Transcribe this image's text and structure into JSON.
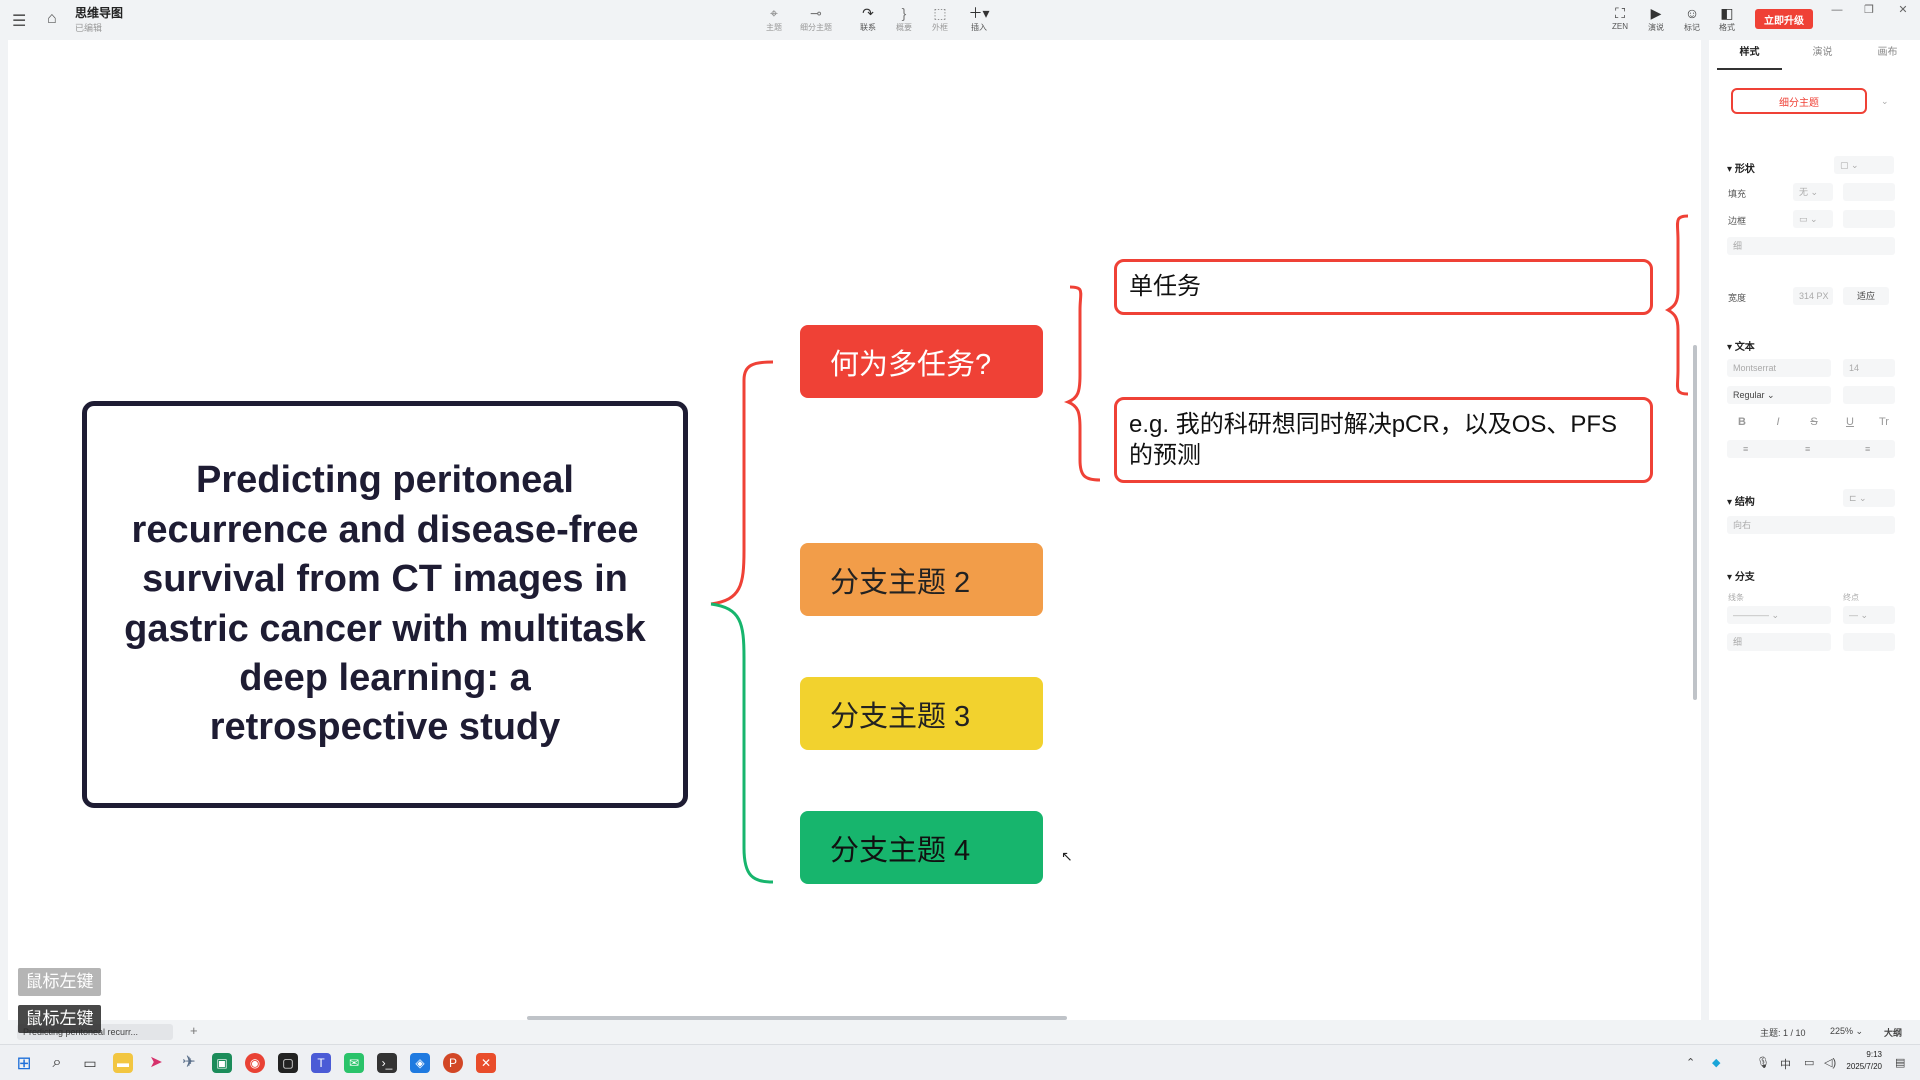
{
  "app": {
    "title": "思维导图",
    "status": "已编辑",
    "upgrade_label": "立即升级"
  },
  "toolbar": {
    "topic": "主题",
    "subtopic": "细分主题",
    "relation": "联系",
    "summary": "概要",
    "boundary": "外框",
    "insert": "插入"
  },
  "right_tools": {
    "zen": "ZEN",
    "present": "演说",
    "mark": "标记",
    "format": "格式"
  },
  "mindmap": {
    "central": "Predicting peritoneal recurrence and disease-free survival from CT images in gastric cancer with multitask deep learning: a retrospective study",
    "branches": [
      "何为多任务?",
      "分支主题 2",
      "分支主题 3",
      "分支主题 4"
    ],
    "subtopics": [
      "单任务",
      "e.g. 我的科研想同时解决pCR，以及OS、PFS的预测"
    ],
    "colors": {
      "central_border": "#1e1c33",
      "branch1": "#ef4136",
      "branch2": "#f29d49",
      "branch3": "#f2d22e",
      "branch4": "#17b56d"
    }
  },
  "panel": {
    "tabs": [
      "样式",
      "演说",
      "画布"
    ],
    "style_button": "细分主题",
    "shape_section": "形状",
    "fill_label": "填充",
    "fill_value": "无",
    "border_label": "边框",
    "border_weight": "细",
    "width_label": "宽度",
    "width_value": "314",
    "width_unit": "PX",
    "width_reset": "适应",
    "text_section": "文本",
    "font_family": "Montserrat",
    "font_size": "14",
    "font_weight": "Regular",
    "bold": "B",
    "italic": "I",
    "strike": "S",
    "underline": "U",
    "case": "Tr",
    "structure_section": "结构",
    "structure_value": "向右",
    "branch_section": "分支",
    "line_label": "线条",
    "end_label": "终点",
    "branch_weight": "细"
  },
  "statusbar": {
    "file_tab": "Predicting peritoneal recurr...",
    "topic_count": "主题: 1 / 10",
    "zoom": "225%",
    "outline": "大纲"
  },
  "overlay": {
    "key_hint_1": "鼠标左键",
    "key_hint_2": "鼠标左键"
  },
  "taskbar": {
    "time": "9:13",
    "date": "2025/7/20"
  }
}
